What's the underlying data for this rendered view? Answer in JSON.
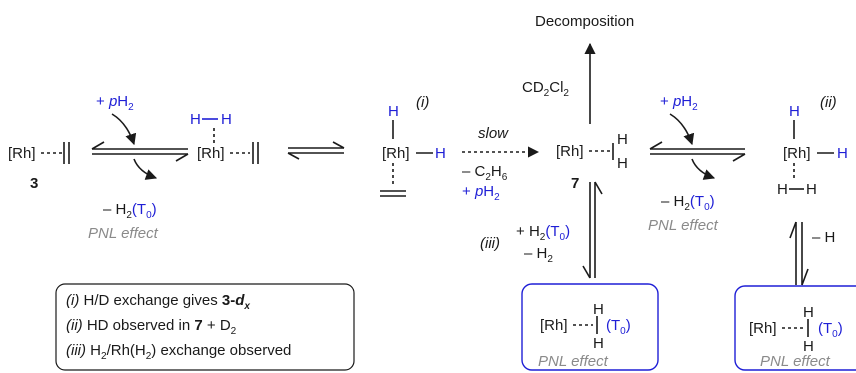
{
  "labels": {
    "rh": "[Rh]",
    "h": "H",
    "num3": "3",
    "num7": "7",
    "plus": "+ ",
    "minus": "– ",
    "p": "p",
    "h2": "H",
    "sub2": "2",
    "t0_open": "(T",
    "t0_sub": "0",
    "t0_close": ")",
    "decomposition": "Decomposition",
    "cd": "CD",
    "cl": "Cl",
    "slow": "slow",
    "c2h6_c": "– C",
    "c2h6_sub2": "2",
    "c2h6_h": "H",
    "c2h6_sub6": "6",
    "pnl": "PNL effect",
    "roman_i": "(i)",
    "roman_ii": "(ii)",
    "roman_iii": "(iii)"
  },
  "legend": {
    "line1_tag": "(i)",
    "line1_text": " H/D exchange gives ",
    "line1_bold": "3-",
    "line1_bold_it": "d",
    "line1_sub": "x",
    "line2_tag": "(ii)",
    "line2_text": " HD observed in ",
    "line2_bold": "7",
    "line2_rest": " + D",
    "line2_sub": "2",
    "line3_tag": "(iii)",
    "line3_text_a": " H",
    "line3_sub_a": "2",
    "line3_text_b": "/Rh(H",
    "line3_sub_b": "2",
    "line3_text_c": ") exchange observed"
  },
  "colors": {
    "text": "#1a1a1a",
    "blue": "#1f1fd6",
    "gray": "#8a8a8a"
  }
}
